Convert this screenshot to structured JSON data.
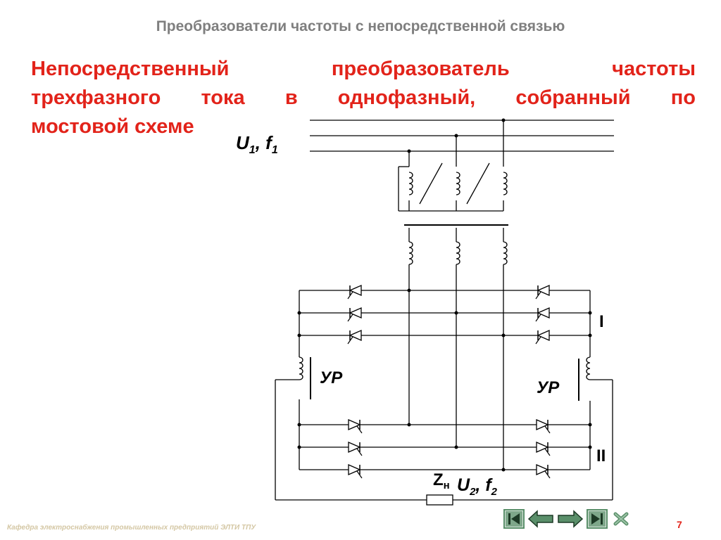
{
  "header": {
    "title": "Преобразователи частоты с непосредственной связью"
  },
  "heading": {
    "line1": "Непосредственный преобразователь частоты",
    "line2": "трехфазного тока в однофазный, собранный по",
    "line3": "мостовой схеме"
  },
  "diagram": {
    "input_label": "U1, f1",
    "input_U": "U",
    "input_U_sub": "1",
    "input_f": "f",
    "input_f_sub": "1",
    "group_I_label": "I",
    "group_II_label": "II",
    "regulator_left_label": "УР",
    "regulator_right_label": "УР",
    "load_label": "Zн",
    "load_Z": "Z",
    "load_Z_sub": "н",
    "output_label": "U2, f2",
    "output_U": "U",
    "output_U_sub": "2",
    "output_f": "f",
    "output_f_sub": "2"
  },
  "footer": {
    "department": "Кафедра электроснабжения промышленных предприятий ЭЛТИ ТПУ",
    "page_number": "7"
  },
  "nav": {
    "icons": [
      "first-slide-icon",
      "previous-slide-icon",
      "next-slide-icon",
      "last-slide-icon",
      "close-icon"
    ],
    "color": "#5a8f6a"
  }
}
